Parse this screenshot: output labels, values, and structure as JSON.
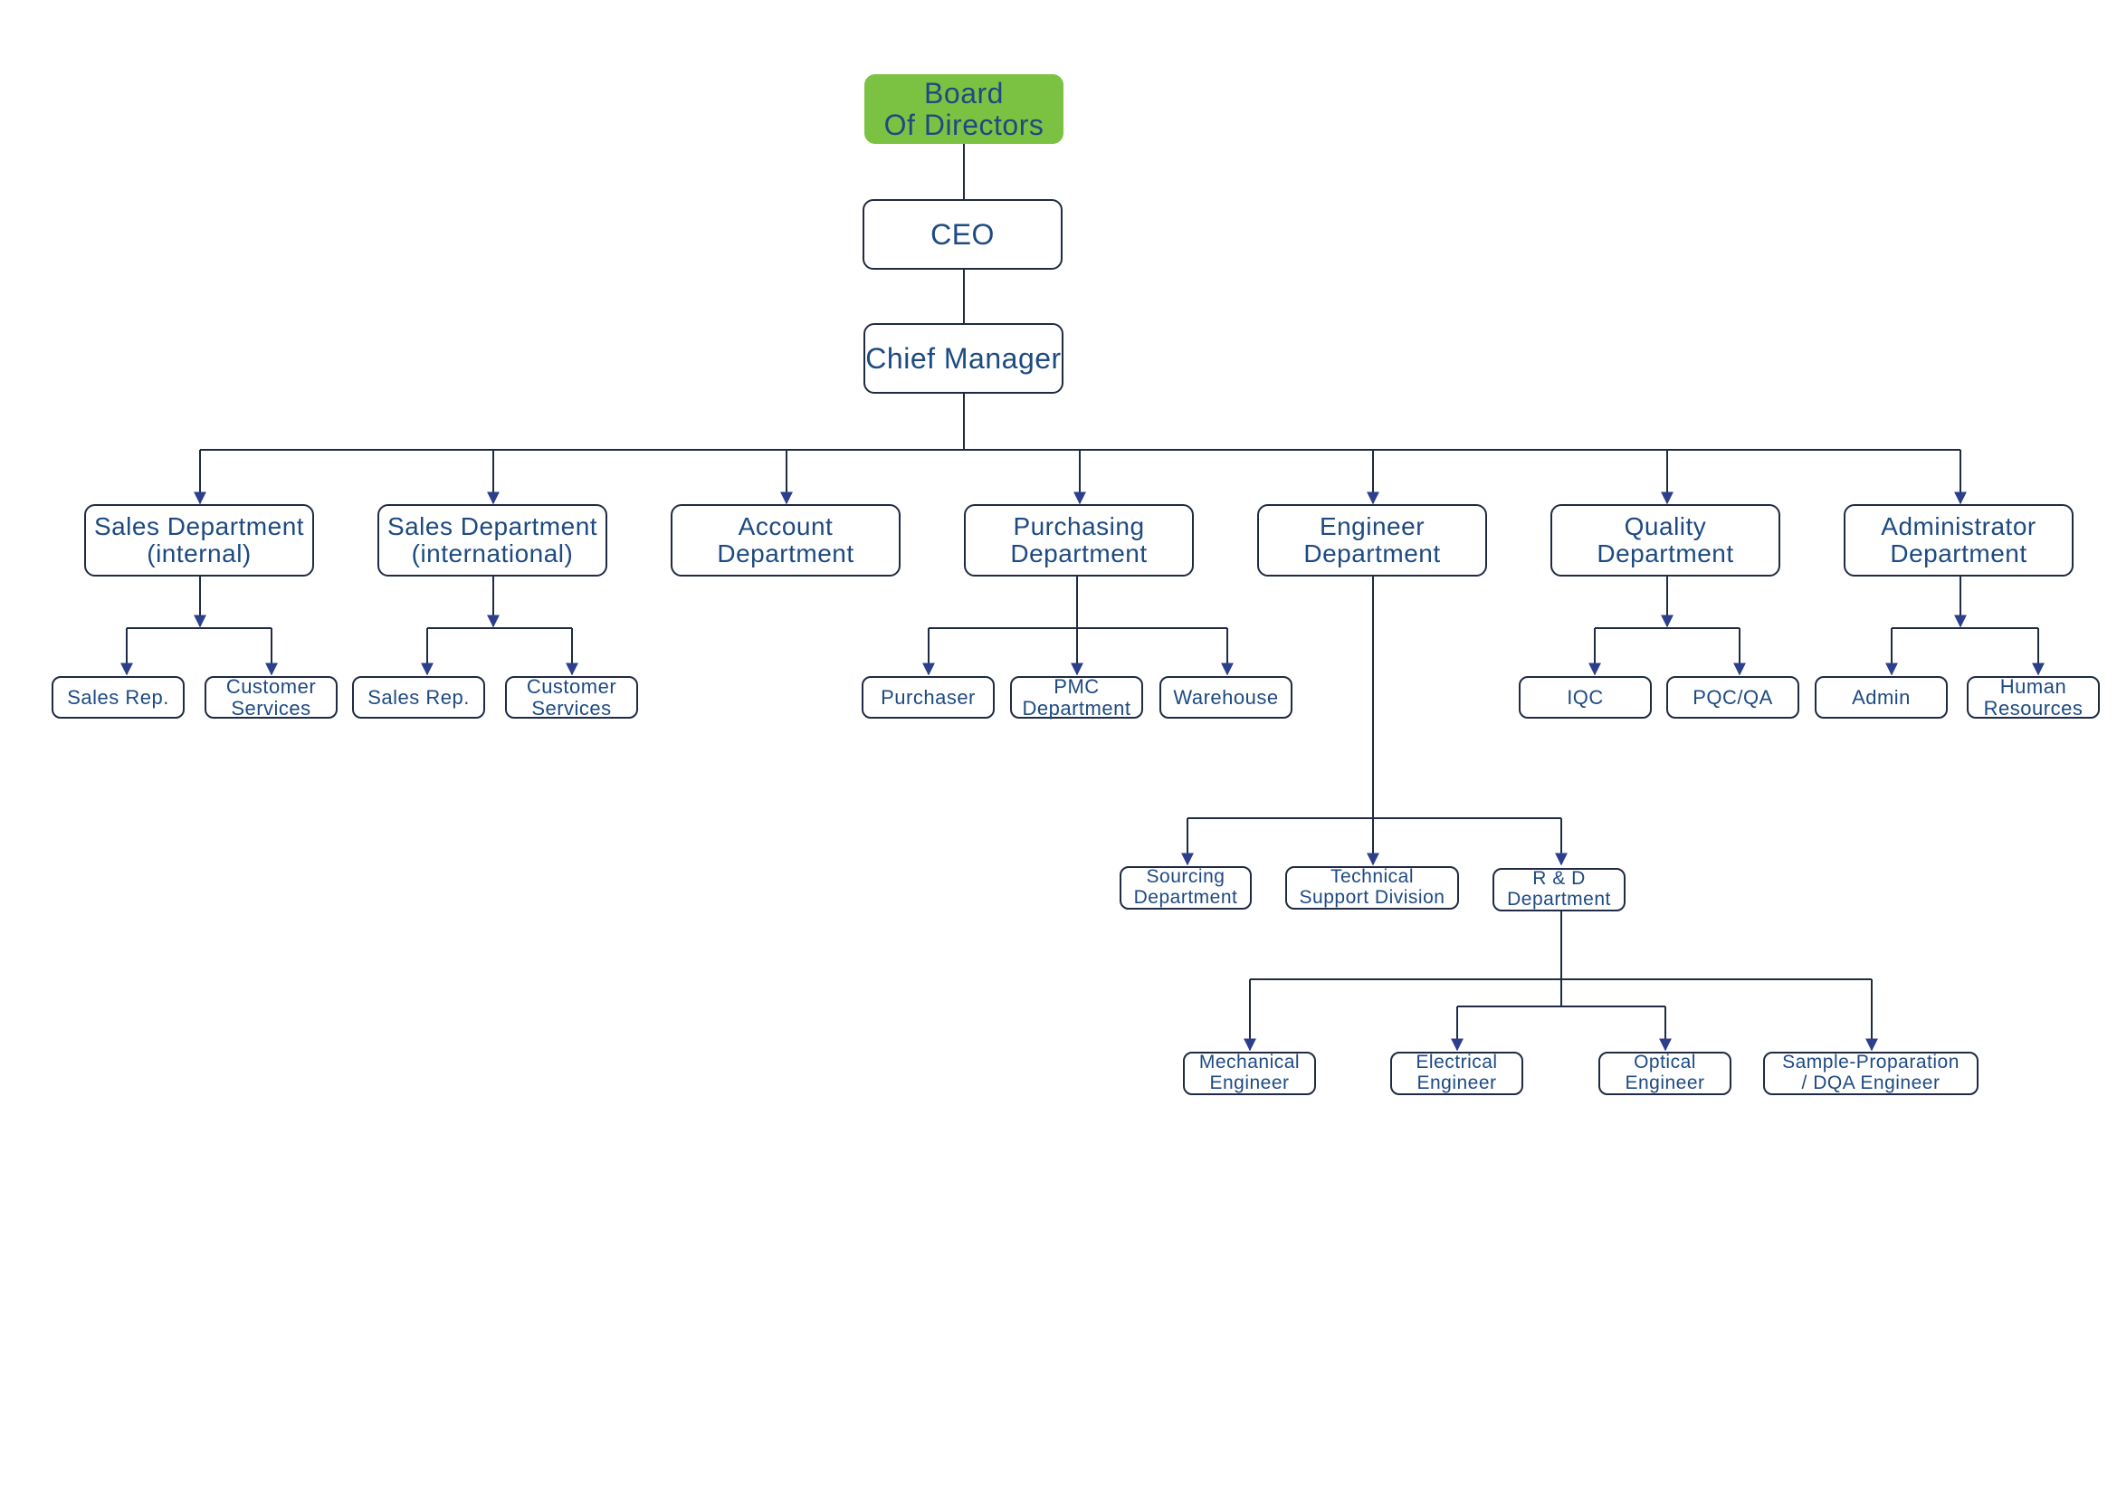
{
  "org_chart": {
    "board": "Board\nOf Directors",
    "ceo": "CEO",
    "chief_manager": "Chief Manager",
    "departments": {
      "sales_internal": "Sales Department\n(internal)",
      "sales_international": "Sales Department\n(international)",
      "account": "Account\nDepartment",
      "purchasing": "Purchasing\nDepartment",
      "engineer": "Engineer\nDepartment",
      "quality": "Quality\nDepartment",
      "administrator": "Administrator\nDepartment"
    },
    "sales_internal_children": [
      "Sales Rep.",
      "Customer\nServices"
    ],
    "sales_international_children": [
      "Sales Rep.",
      "Customer\nServices"
    ],
    "purchasing_children": [
      "Purchaser",
      "PMC\nDepartment",
      "Warehouse"
    ],
    "quality_children": [
      "IQC",
      "PQC/QA"
    ],
    "administrator_children": [
      "Admin",
      "Human\nResources"
    ],
    "engineer_children": [
      "Sourcing\nDepartment",
      "Technical\nSupport Division",
      "R & D\nDepartment"
    ],
    "rd_children": [
      "Mechanical\nEngineer",
      "Electrical\nEngineer",
      "Optical\nEngineer",
      "Sample-Proparation\n/ DQA  Engineer"
    ]
  },
  "colors": {
    "line": "#1f2a44",
    "arrow": "#2c3f8c",
    "text": "#1d4a82",
    "board_fill": "#7cc242"
  }
}
